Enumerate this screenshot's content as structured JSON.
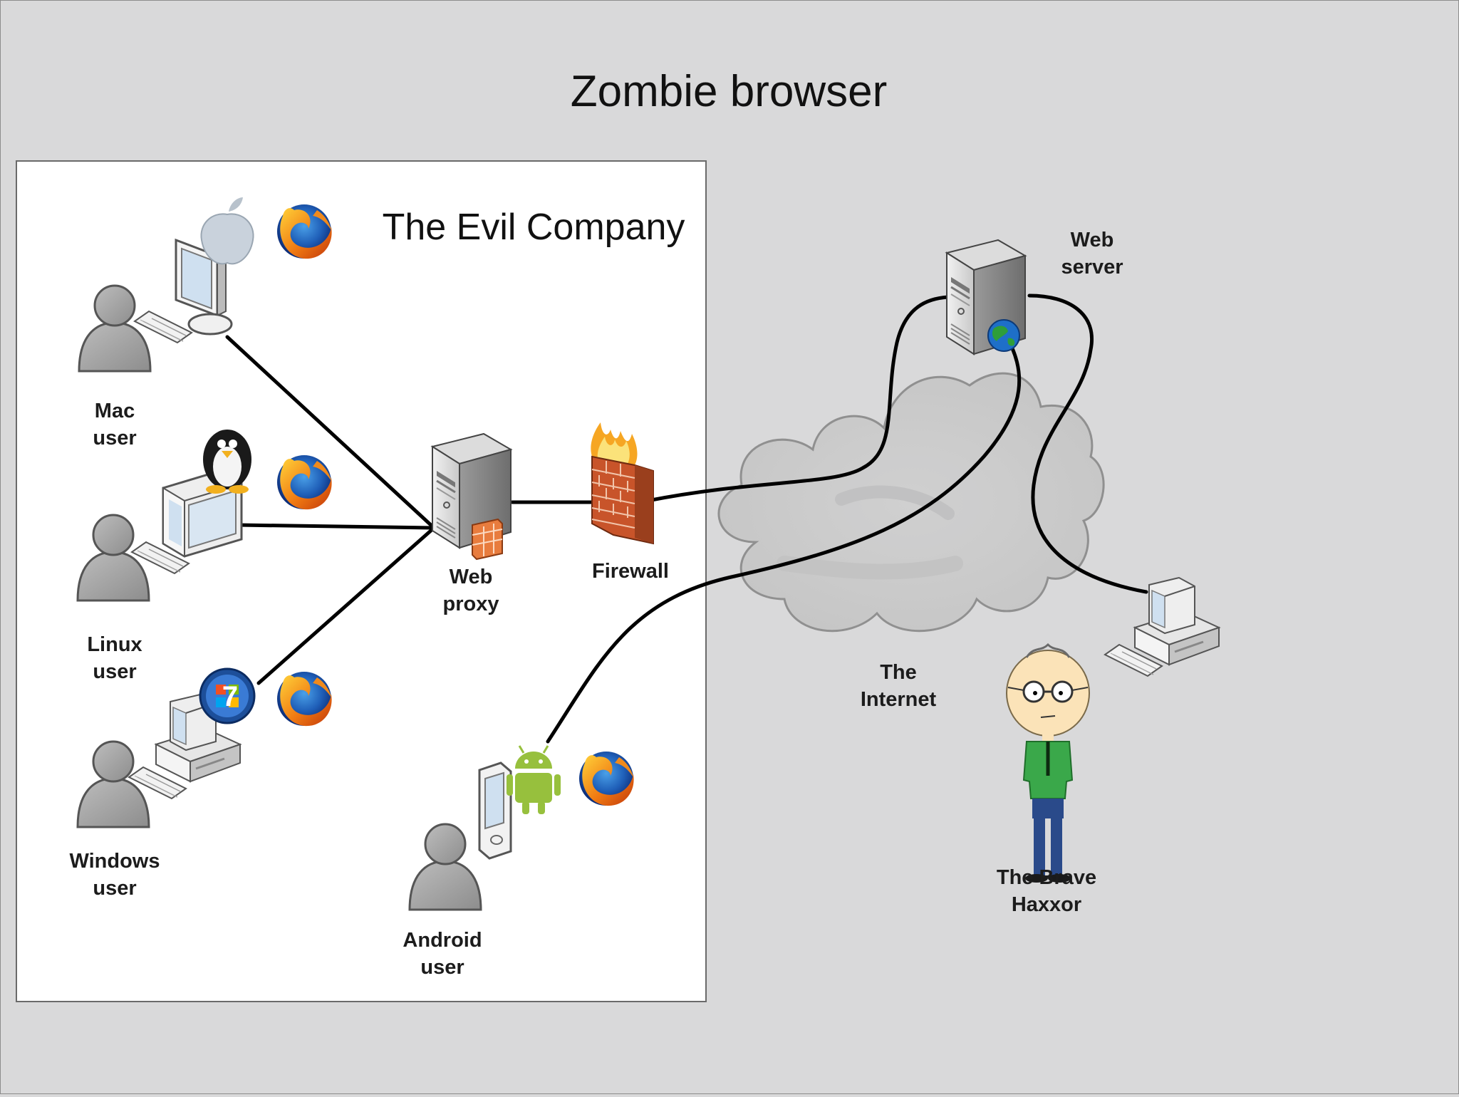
{
  "slide": {
    "title": "Zombie browser",
    "company_name": "The Evil Company"
  },
  "nodes": {
    "mac_user": [
      "Mac",
      "user"
    ],
    "linux_user": [
      "Linux",
      "user"
    ],
    "windows_user": [
      "Windows",
      "user"
    ],
    "android_user": [
      "Android",
      "user"
    ],
    "web_proxy": [
      "Web",
      "proxy"
    ],
    "firewall": [
      "Firewall"
    ],
    "internet": [
      "The",
      "Internet"
    ],
    "web_server": [
      "Web",
      "server"
    ],
    "haxxor": [
      "The Brave",
      "Haxxor"
    ]
  },
  "icons": {
    "user": "person-silhouette-icon",
    "browser": "firefox-icon",
    "mac": "apple-logo-icon",
    "linux": "tux-penguin-icon",
    "windows": "windows-7-logo-icon",
    "android": "android-robot-icon",
    "proxy": "server-icon",
    "firewall": "firewall-icon",
    "cloud": "cloud-icon",
    "server": "server-icon",
    "haxxor": "cartoon-character-icon"
  },
  "colors": {
    "background": "#d9d9da",
    "company_box": "#ffffff",
    "connection": "#000000"
  }
}
